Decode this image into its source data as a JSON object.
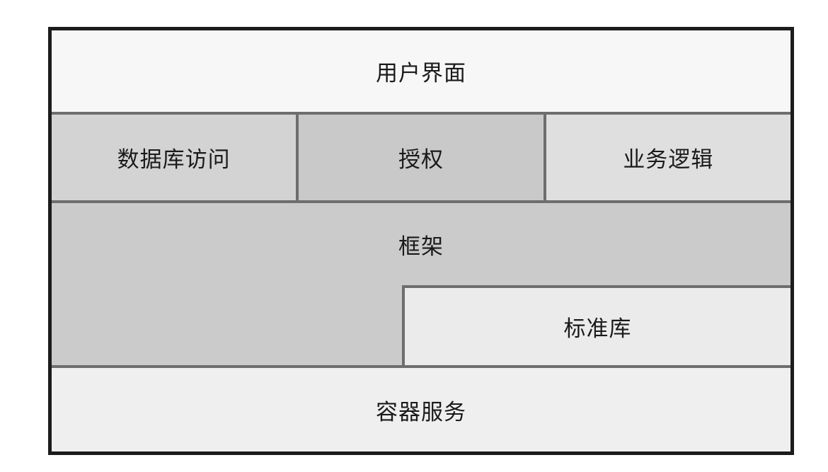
{
  "diagram": {
    "type": "layered-architecture-diagram",
    "layers": {
      "user_interface": {
        "label": "用户界面",
        "fill": "#f7f7f7"
      },
      "database_access": {
        "label": "数据库访问",
        "fill": "#d3d3d3"
      },
      "authorization": {
        "label": "授权",
        "fill": "#c9c9c9"
      },
      "business_logic": {
        "label": "业务逻辑",
        "fill": "#dfdfdf"
      },
      "framework": {
        "label": "框架",
        "fill": "#cbcbcb"
      },
      "standard_library": {
        "label": "标准库",
        "fill": "#ebebeb"
      },
      "container_services": {
        "label": "容器服务",
        "fill": "#efefef"
      }
    },
    "colors": {
      "outer_border": "#1c1c1c",
      "divider": "#6e6e6e",
      "text": "#1a1a1a",
      "page_background": "#ffffff"
    }
  }
}
